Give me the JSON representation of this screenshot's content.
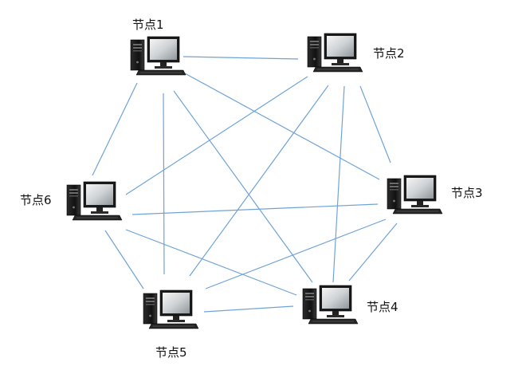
{
  "diagram": {
    "type": "fully-connected-network",
    "nodes": [
      {
        "id": "n1",
        "label": "节点1"
      },
      {
        "id": "n2",
        "label": "节点2"
      },
      {
        "id": "n3",
        "label": "节点3"
      },
      {
        "id": "n4",
        "label": "节点4"
      },
      {
        "id": "n5",
        "label": "节点5"
      },
      {
        "id": "n6",
        "label": "节点6"
      }
    ],
    "edges": [
      [
        "n1",
        "n2"
      ],
      [
        "n1",
        "n3"
      ],
      [
        "n1",
        "n4"
      ],
      [
        "n1",
        "n5"
      ],
      [
        "n1",
        "n6"
      ],
      [
        "n2",
        "n3"
      ],
      [
        "n2",
        "n4"
      ],
      [
        "n2",
        "n5"
      ],
      [
        "n2",
        "n6"
      ],
      [
        "n3",
        "n4"
      ],
      [
        "n3",
        "n5"
      ],
      [
        "n3",
        "n6"
      ],
      [
        "n4",
        "n5"
      ],
      [
        "n4",
        "n6"
      ],
      [
        "n5",
        "n6"
      ]
    ],
    "edge_color": "#6fa3d6",
    "icon": "desktop-computer-icon"
  }
}
